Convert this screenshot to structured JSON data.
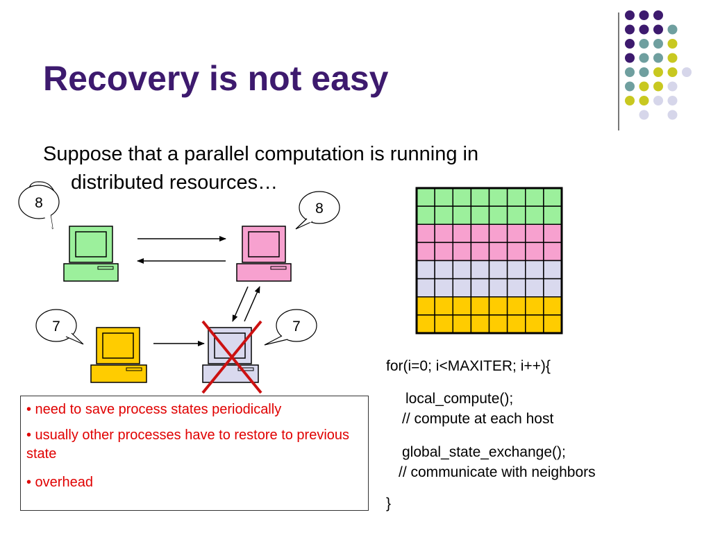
{
  "slide": {
    "title": "Recovery is not easy",
    "intro": "Suppose that a parallel computation is running in distributed resources…"
  },
  "colors": {
    "title": "#3d1a6e",
    "notes_text": "#e00000",
    "green": "#9cf09c",
    "pink": "#f7a1cf",
    "lavender": "#d9d9ee",
    "gold": "#ffcc00",
    "failure_x": "#cc1111",
    "dot_purple": "#3d1a6e",
    "dot_teal": "#6f9f9f",
    "dot_yellow": "#c8c820",
    "dot_lavender": "#d6d6ea"
  },
  "decoration": {
    "dot_grid": [
      [
        "purple",
        "purple",
        "purple",
        "",
        ""
      ],
      [
        "purple",
        "purple",
        "purple",
        "teal",
        ""
      ],
      [
        "purple",
        "teal",
        "teal",
        "yellow",
        ""
      ],
      [
        "purple",
        "teal",
        "teal",
        "yellow",
        ""
      ],
      [
        "teal",
        "teal",
        "yellow",
        "yellow",
        "lavender"
      ],
      [
        "teal",
        "yellow",
        "yellow",
        "lavender",
        ""
      ],
      [
        "yellow",
        "yellow",
        "lavender",
        "lavender",
        ""
      ],
      [
        "",
        "lavender",
        "",
        "lavender",
        ""
      ]
    ]
  },
  "diagram": {
    "hosts": [
      {
        "id": "top-left",
        "color": "green",
        "label": "8",
        "failed": false
      },
      {
        "id": "top-right",
        "color": "pink",
        "label": "8",
        "failed": false
      },
      {
        "id": "bottom-left",
        "color": "gold",
        "label": "7",
        "failed": false
      },
      {
        "id": "bottom-right",
        "color": "lavender",
        "label": "7",
        "failed": true
      }
    ],
    "grid": {
      "columns": 8,
      "rows": [
        "green",
        "green",
        "pink",
        "pink",
        "lavender",
        "lavender",
        "gold",
        "gold"
      ]
    }
  },
  "notes": [
    "• need to save process states periodically",
    "• usually other processes have to restore to previous state",
    "• overhead"
  ],
  "code": {
    "line1": "for(i=0; i<MAXITER; i++){",
    "line2": "local_compute();",
    "line3": "// compute at each host",
    "line4": "global_state_exchange();",
    "line5": "// communicate with neighbors",
    "line6": "}"
  }
}
